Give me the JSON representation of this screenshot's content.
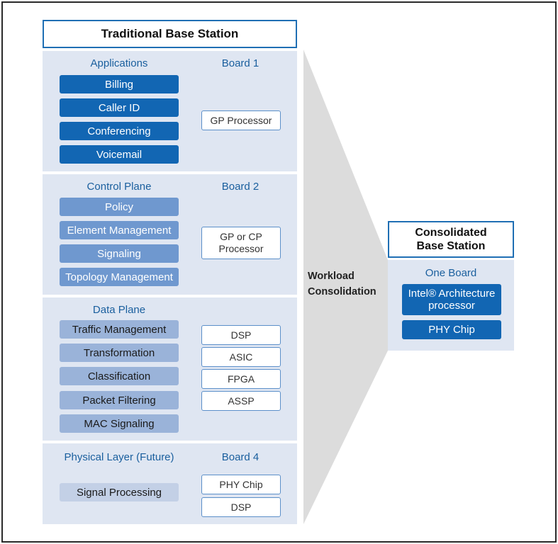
{
  "traditional": {
    "title": "Traditional Base Station",
    "sections": [
      {
        "heading": "Applications",
        "board": "Board 1",
        "items": [
          "Billing",
          "Caller ID",
          "Conferencing",
          "Voicemail"
        ],
        "chips": [
          "GP Processor"
        ]
      },
      {
        "heading": "Control Plane",
        "board": "Board 2",
        "items": [
          "Policy",
          "Element Management",
          "Signaling",
          "Topology Management"
        ],
        "chips": [
          "GP or CP\nProcessor"
        ]
      },
      {
        "heading": "Data Plane",
        "board": "",
        "items": [
          "Traffic Management",
          "Transformation",
          "Classification",
          "Packet Filtering",
          "MAC Signaling"
        ],
        "chips": [
          "DSP",
          "ASIC",
          "FPGA",
          "ASSP"
        ]
      },
      {
        "heading": "Physical Layer (Future)",
        "board": "Board 4",
        "items": [
          "Signal Processing"
        ],
        "chips": [
          "PHY Chip",
          "DSP"
        ]
      }
    ]
  },
  "transition": {
    "label_line1": "Workload",
    "label_line2": "Consolidation"
  },
  "consolidated": {
    "title_line1": "Consolidated",
    "title_line2": "Base Station",
    "board": "One Board",
    "items": [
      "Intel® Architecture\nprocessor",
      "PHY Chip"
    ]
  },
  "colors": {
    "border_blue": "#1f6fb4",
    "panel_bg": "#dfe6f2",
    "dark_blue": "#1266b3",
    "heading_blue": "#1a5f9e",
    "funnel_gray": "#dcdcdc"
  }
}
